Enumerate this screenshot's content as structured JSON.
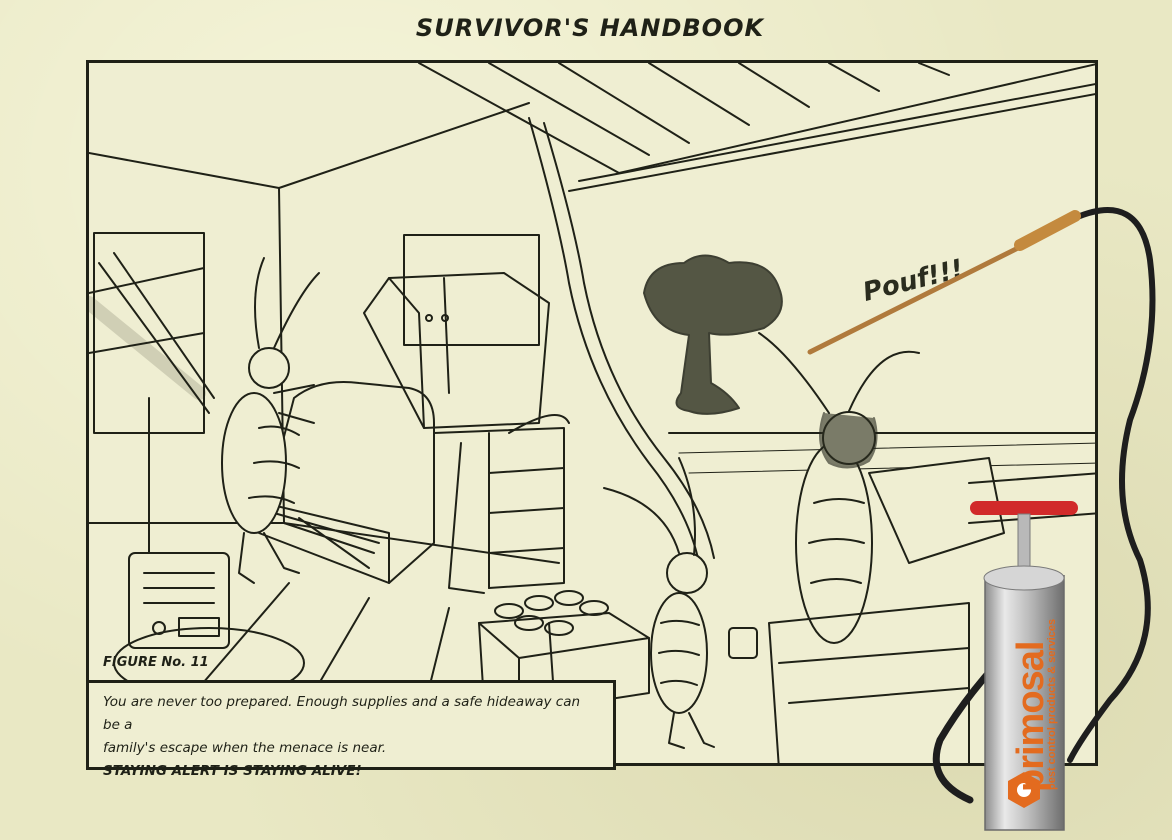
{
  "header": {
    "title": "SURVIVOR'S HANDBOOK"
  },
  "figure": {
    "label": "FIGURE No. 11"
  },
  "caption": {
    "line1": "You are never too prepared. Enough supplies and a safe hideaway can be a",
    "line2": "family's escape when the menace is near.",
    "line3": "STAYING ALERT IS STAYING ALIVE!"
  },
  "sound_effect": "Pouf!!!",
  "brand": {
    "name": "primosal",
    "tagline": "pest control products & services",
    "color": "#e36b1f"
  },
  "colors": {
    "paper": "#e9e8c4",
    "ink": "#1f2117",
    "sprayer_handle": "#d12a2a",
    "sprayer_body": "#c9c9c9"
  }
}
